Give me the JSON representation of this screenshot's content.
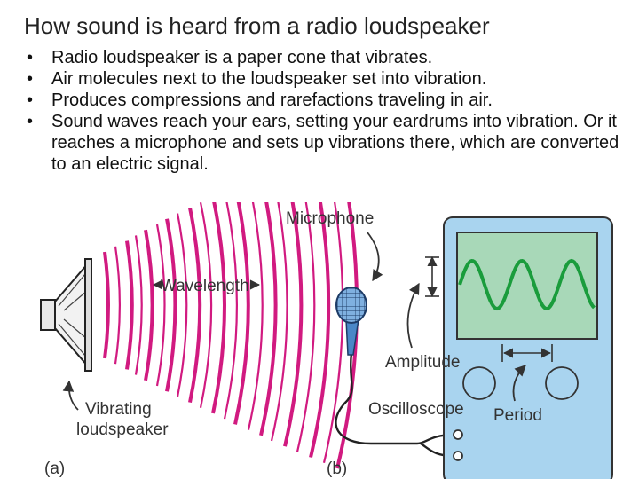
{
  "slide": {
    "title": "How sound is heard from a radio loudspeaker",
    "bullet_glyph": "•",
    "bullets": [
      "Radio loudspeaker is a paper cone that vibrates.",
      "Air molecules next to the loudspeaker set into vibration.",
      "Produces compressions and rarefactions traveling in air.",
      "Sound waves reach your ears, setting your eardrums into vibration.  Or it reaches a microphone and sets up vibrations there, which are converted to an electric signal."
    ]
  },
  "diagram": {
    "labels": {
      "microphone": "Microphone",
      "wavelength": "Wavelength",
      "vibrating": "Vibrating",
      "loudspeaker": "loudspeaker",
      "amplitude": "Amplitude",
      "oscilloscope": "Oscilloscope",
      "period": "Period",
      "panel_a": "(a)",
      "panel_b": "(b)"
    },
    "colors": {
      "wave": "#d11a80",
      "screen": "#a8d8b8",
      "trace": "#1a9c3c",
      "oscilloscope_body": "#a9d4ef",
      "microphone_head": "#7fb0e0",
      "microphone_body": "#4a87c7"
    }
  }
}
